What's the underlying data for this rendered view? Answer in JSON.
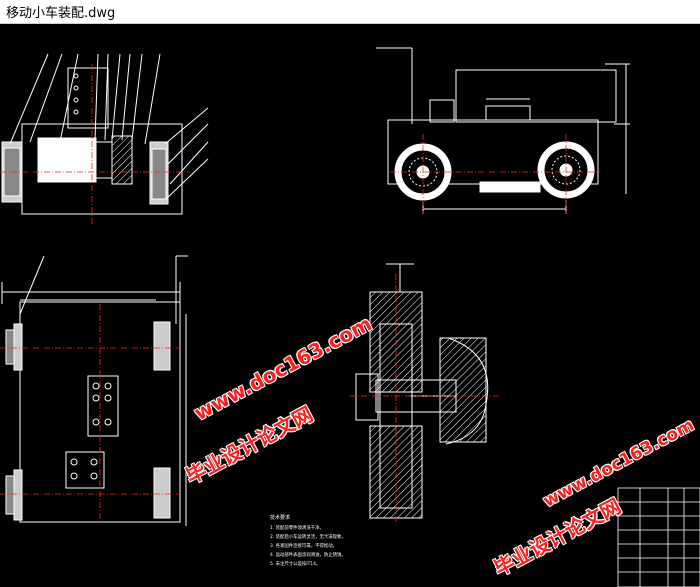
{
  "window": {
    "title": "移动小车装配.dwg"
  },
  "watermarks": [
    {
      "text": "www.doc163.com"
    },
    {
      "text": "毕业设计论文网"
    },
    {
      "text": "www.doc163.com"
    },
    {
      "text": "毕业设计论文网"
    }
  ],
  "tech_notes": {
    "heading": "技术要求",
    "items": [
      "1. 装配前零件须清洗干净。",
      "2. 装配后小车运转灵活，无卡滞现象。",
      "3. 各紧固件连接可靠，不得松动。",
      "4. 运动部件表面涂润滑油，防止锈蚀。",
      "5. 未注尺寸公差按IT14。"
    ]
  },
  "colors": {
    "background": "#000000",
    "lines": "#ffffff",
    "center_lines": "#ff2020",
    "hatch": "#ffffff",
    "watermark": "#ff1e1e"
  }
}
